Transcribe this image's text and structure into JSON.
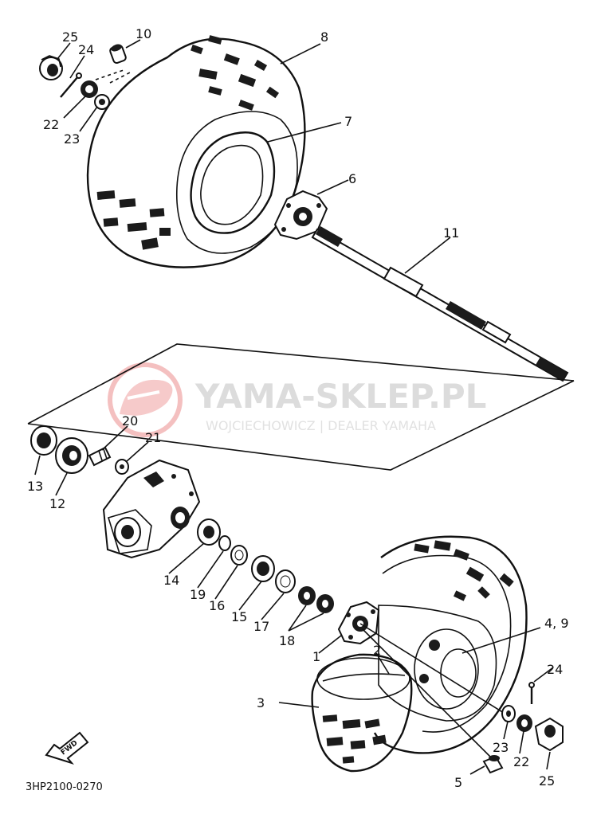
{
  "watermark": {
    "title": "YAMA-SKLEP.PL",
    "subtitle": "WOJCIECHOWICZ | DEALER YAMAHA",
    "logo_color": "#f3b4b4"
  },
  "diagram_code": "3HP2100-0270",
  "fwd_label": "FWD",
  "parts": [
    {
      "id": "p25a",
      "label": "25"
    },
    {
      "id": "p10",
      "label": "10"
    },
    {
      "id": "p8",
      "label": "8"
    },
    {
      "id": "p24a",
      "label": "24"
    },
    {
      "id": "p22a",
      "label": "22"
    },
    {
      "id": "p23a",
      "label": "23"
    },
    {
      "id": "p7",
      "label": "7"
    },
    {
      "id": "p6",
      "label": "6"
    },
    {
      "id": "p11",
      "label": "11"
    },
    {
      "id": "p20",
      "label": "20"
    },
    {
      "id": "p21",
      "label": "21"
    },
    {
      "id": "p13",
      "label": "13"
    },
    {
      "id": "p12",
      "label": "12"
    },
    {
      "id": "p14",
      "label": "14"
    },
    {
      "id": "p19",
      "label": "19"
    },
    {
      "id": "p16",
      "label": "16"
    },
    {
      "id": "p15",
      "label": "15"
    },
    {
      "id": "p17",
      "label": "17"
    },
    {
      "id": "p18",
      "label": "18"
    },
    {
      "id": "p1",
      "label": "1"
    },
    {
      "id": "p2",
      "label": "2"
    },
    {
      "id": "p49",
      "label": "4, 9"
    },
    {
      "id": "p24b",
      "label": "24"
    },
    {
      "id": "p3",
      "label": "3"
    },
    {
      "id": "p23b",
      "label": "23"
    },
    {
      "id": "p22b",
      "label": "22"
    },
    {
      "id": "p25b",
      "label": "25"
    },
    {
      "id": "p5",
      "label": "5"
    }
  ]
}
